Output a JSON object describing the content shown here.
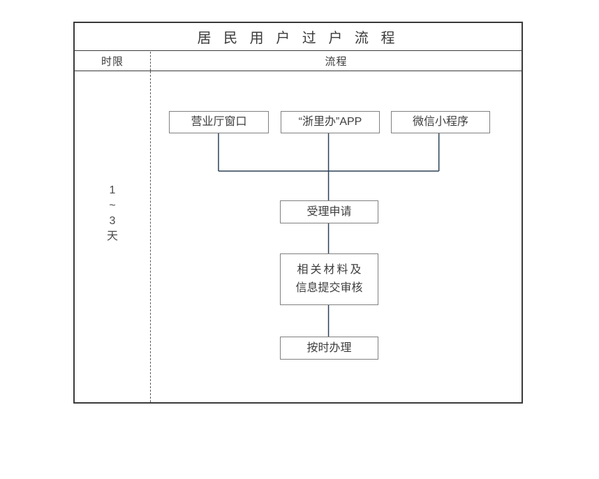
{
  "title": "居 民 用 户 过 户 流 程",
  "columns": {
    "time_limit_header": "时限",
    "process_header": "流程"
  },
  "time_limit": {
    "chars": [
      "1",
      "~",
      "3",
      "天"
    ]
  },
  "flow": {
    "channels": [
      {
        "label": "营业厅窗口"
      },
      {
        "label": "“浙里办”APP"
      },
      {
        "label": "微信小程序"
      }
    ],
    "steps": [
      {
        "label": "受理申请"
      },
      {
        "line1": "相关材料及",
        "line2": "信息提交审核"
      },
      {
        "label": "按时办理"
      }
    ]
  },
  "colors": {
    "connector": "#2b4055",
    "box_border": "#808080",
    "table_border": "#3a3a3a",
    "text": "#3d3d3d"
  }
}
